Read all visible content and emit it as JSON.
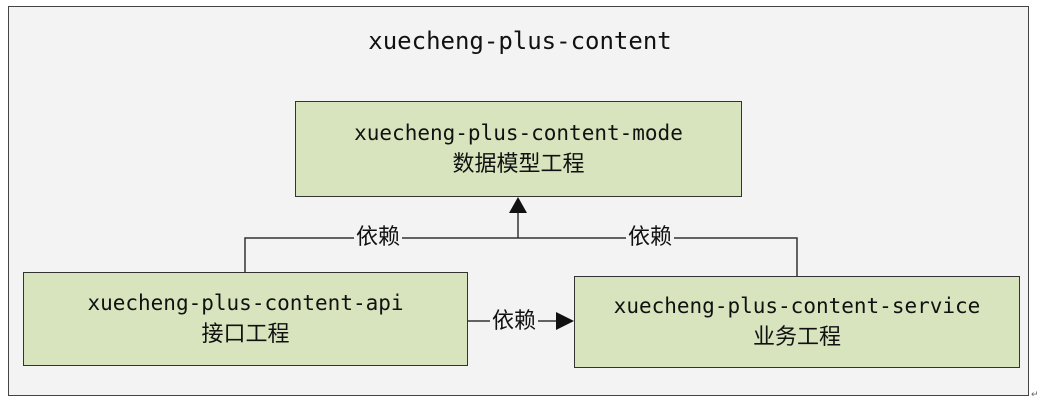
{
  "title": "xuecheng-plus-content",
  "nodes": {
    "model": {
      "name": "xuecheng-plus-content-mode",
      "desc": "数据模型工程"
    },
    "api": {
      "name": "xuecheng-plus-content-api",
      "desc": "接口工程"
    },
    "service": {
      "name": "xuecheng-plus-content-service",
      "desc": "业务工程"
    }
  },
  "edges": [
    {
      "from": "api",
      "to": "model",
      "label": "依赖"
    },
    {
      "from": "service",
      "to": "model",
      "label": "依赖"
    },
    {
      "from": "api",
      "to": "service",
      "label": "依赖"
    }
  ],
  "paragraph_mark": "↵",
  "colors": {
    "box_fill": "#d7e4bd",
    "container_fill": "#f3f3f3",
    "stroke": "#333333"
  }
}
